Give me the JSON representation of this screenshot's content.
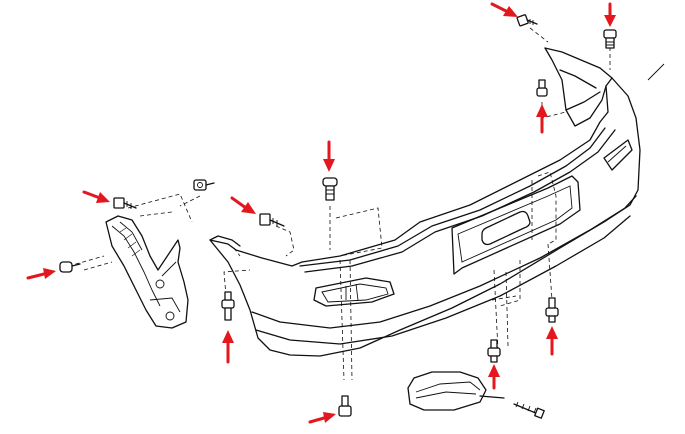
{
  "diagram": {
    "subject": "rear-bumper-exploded-view",
    "arrow_color": "#e3171d",
    "line_color": "#111111",
    "background": "#ffffff"
  },
  "fasteners": [
    {
      "name": "top-right-bolt-a"
    },
    {
      "name": "top-right-bolt-b"
    },
    {
      "name": "bracket-clip"
    },
    {
      "name": "center-top-clip"
    },
    {
      "name": "left-bracket-bolt"
    },
    {
      "name": "left-nut"
    },
    {
      "name": "left-rear-bolt"
    },
    {
      "name": "left-lower-clip"
    },
    {
      "name": "bottom-center-clip"
    },
    {
      "name": "right-lower-clip-a"
    },
    {
      "name": "right-lower-clip-b"
    }
  ]
}
